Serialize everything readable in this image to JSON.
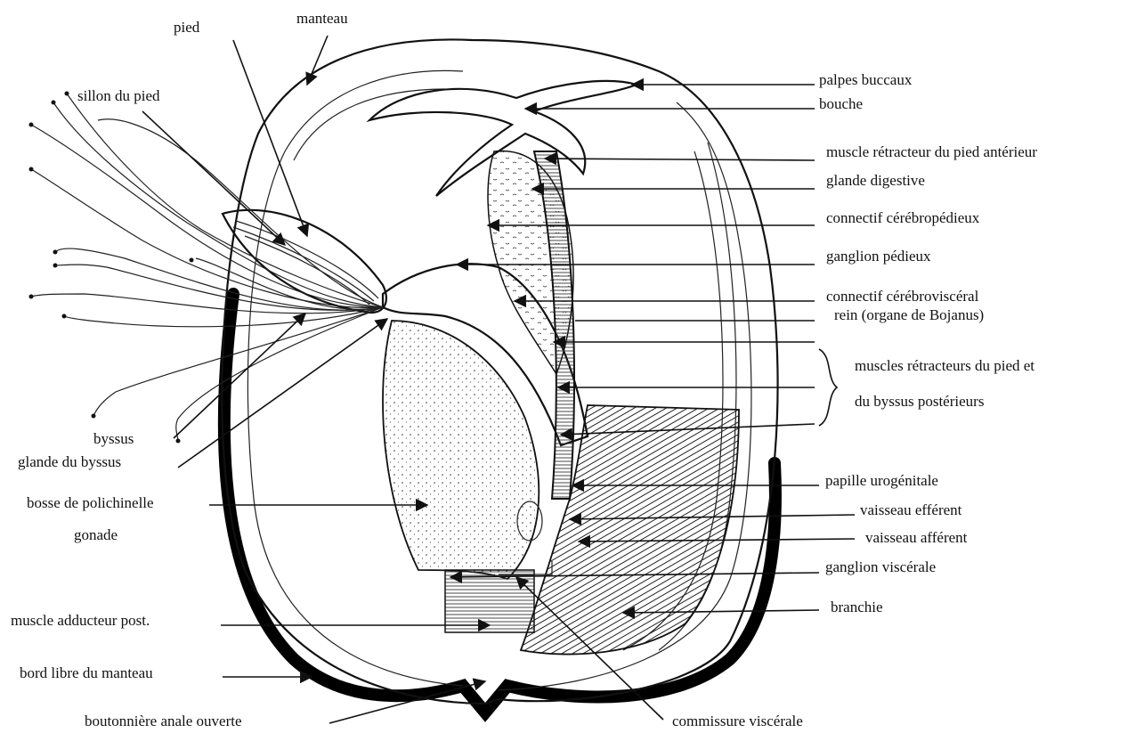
{
  "diagram": {
    "labels": {
      "pied": "pied",
      "manteau": "manteau",
      "sillon_du_pied": "sillon du pied",
      "palpes_buccaux": "palpes buccaux",
      "bouche": "bouche",
      "muscle_retracteur_anterieur": "muscle rétracteur du pied antérieur",
      "glande_digestive": "glande digestive",
      "connectif_cerebropedieux": "connectif cérébropédieux",
      "ganglion_pedieux": "ganglion pédieux",
      "connectif_cerebrovisceral": "connectif cérébroviscéral",
      "rein": "rein (organe de Bojanus)",
      "muscles_retracteurs_line1": "muscles rétracteurs du pied et",
      "muscles_retracteurs_line2": "du byssus postérieurs",
      "byssus": "byssus",
      "glande_du_byssus": "glande du byssus",
      "bosse_de_polichinelle": "bosse de polichinelle",
      "gonade": "gonade",
      "papille_urogenitale": "papille urogénitale",
      "vaisseau_efferent": "vaisseau efférent",
      "vaisseau_afferent": "vaisseau afférent",
      "ganglion_viscerale": "ganglion viscérale",
      "branchie": "branchie",
      "muscle_adducteur_post": "muscle adducteur post.",
      "bord_libre_du_manteau": "bord libre du manteau",
      "boutonniere_anale_ouverte": "boutonnière anale ouverte",
      "commissure_viscerale": "commissure viscérale"
    }
  }
}
